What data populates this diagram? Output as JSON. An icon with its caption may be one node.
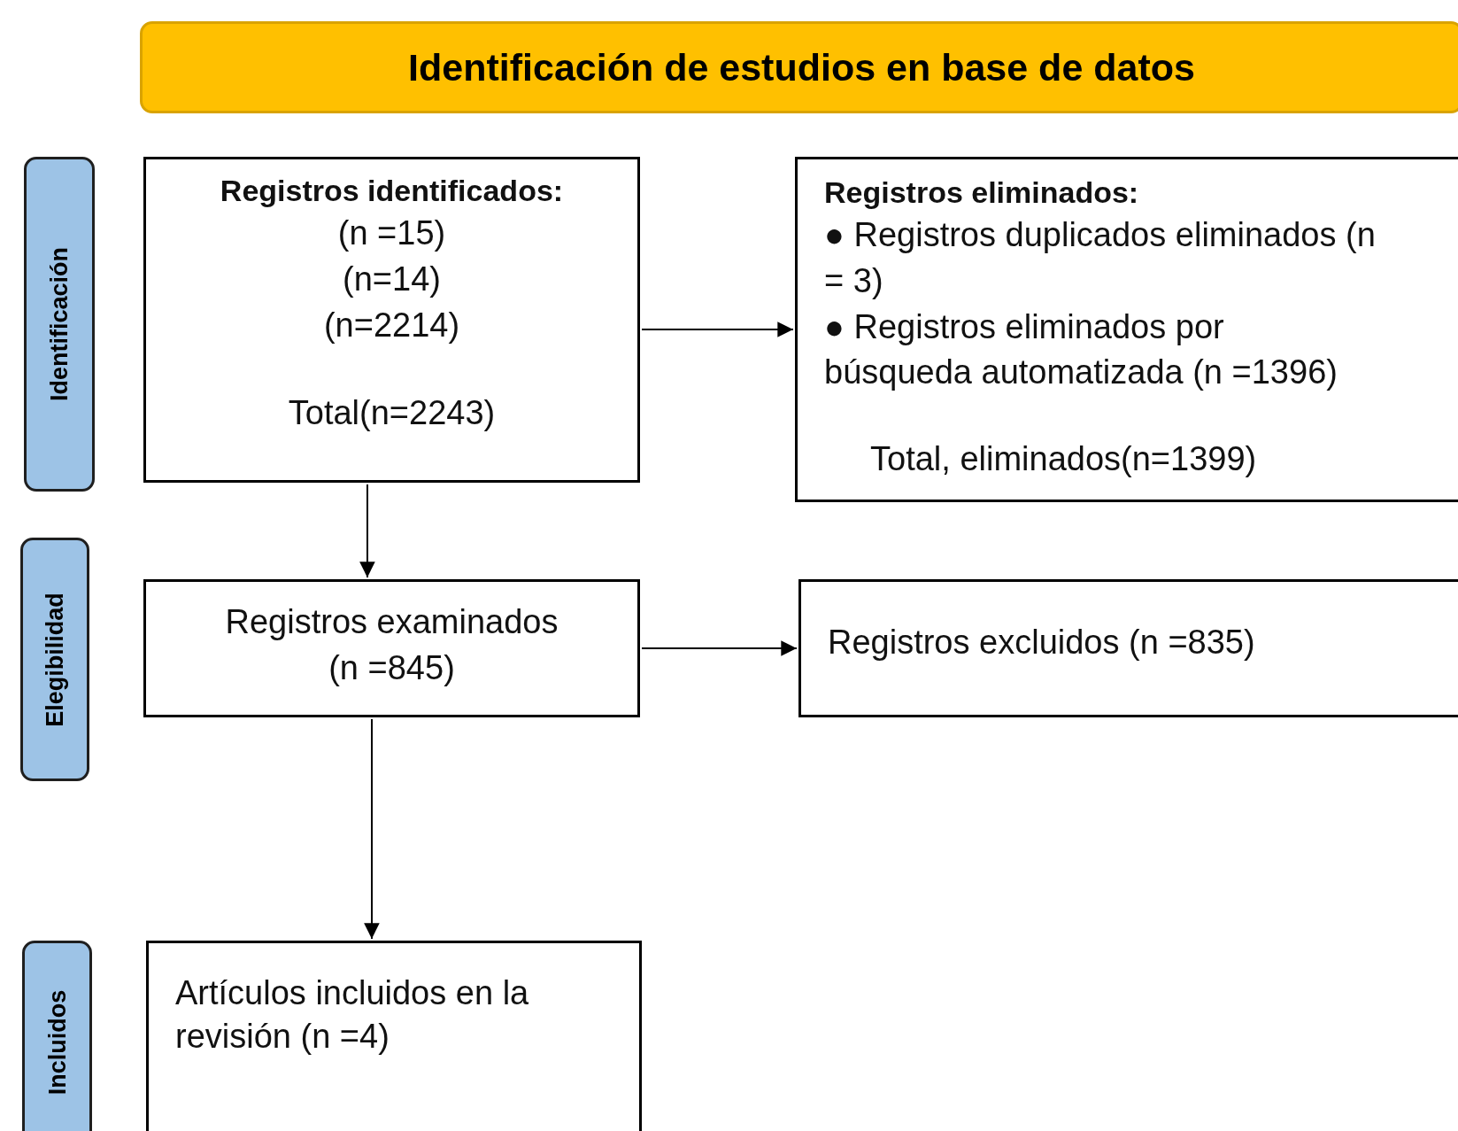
{
  "diagram": {
    "nodes": [
      {
        "text": [
          "Identificación de estudios en base de datos"
        ]
      },
      {
        "text": [
          "Identificación"
        ]
      },
      {
        "text": [
          "Elegibilidad"
        ]
      },
      {
        "text": [
          "Incluidos"
        ]
      },
      {
        "text": [
          "Registros identificados:",
          "(n =15)",
          "(n=14)",
          "(n=2214)",
          "Total(n=2243)"
        ]
      },
      {
        "text": [
          "Registros eliminados:",
          "● Registros duplicados eliminados (n = 3)",
          "● Registros eliminados por búsqueda automatizada (n =1396)",
          "Total, eliminados(n=1399)"
        ]
      },
      {
        "text": [
          "Registros examinados (n =845)"
        ]
      },
      {
        "text": [
          "Registros excluidos (n =835)"
        ]
      },
      {
        "text": [
          "Artículos incluidos en la revisión (n =4)"
        ]
      }
    ],
    "edges": [
      {
        "from": 4,
        "to": 5,
        "arrow": "to"
      },
      {
        "from": 4,
        "to": 6,
        "arrow": "to"
      },
      {
        "from": 6,
        "to": 7,
        "arrow": "to"
      },
      {
        "from": 6,
        "to": 8,
        "arrow": "to"
      }
    ]
  }
}
